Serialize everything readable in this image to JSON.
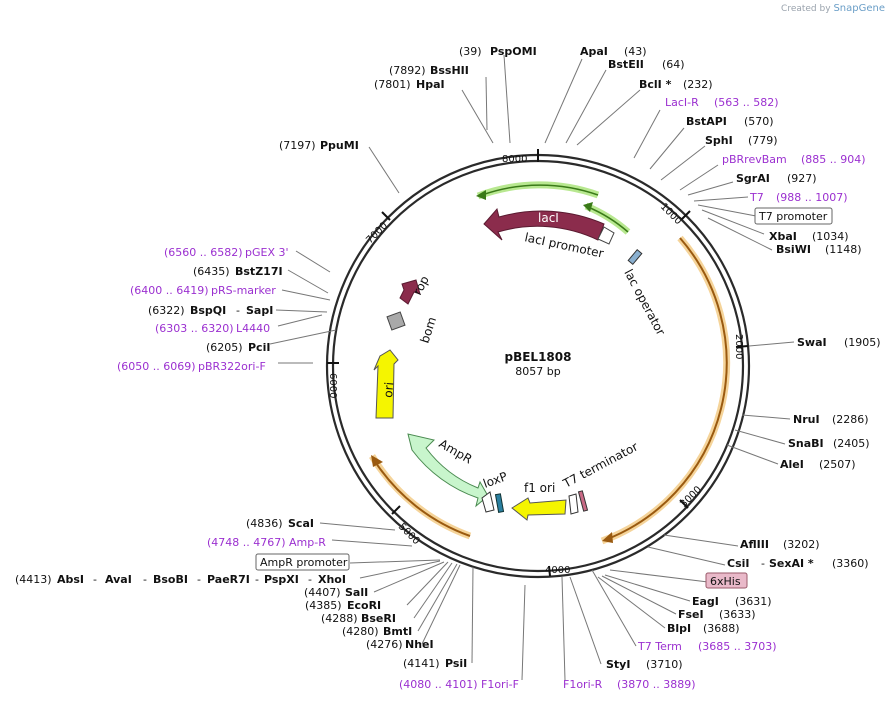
{
  "credit": {
    "created_by": "Created by",
    "brand": "SnapGene"
  },
  "plasmid": {
    "name": "pBEL1808",
    "size": "8057 bp"
  },
  "ticks": [
    "8000",
    "1000",
    "2000",
    "3000",
    "4000",
    "5000",
    "6000",
    "7000"
  ],
  "colors": {
    "primer": "#9b30d0",
    "orange": "#f0a030",
    "green": "#7ccf3c",
    "maroon": "#8b2c4c",
    "yellow": "#f5f500"
  },
  "labels": {
    "psp": {
      "pos": "(39)",
      "name": "PspOMI"
    },
    "bsshii": {
      "pos": "(7892)",
      "name": "BssHII"
    },
    "hpai": {
      "pos": "(7801)",
      "name": "HpaI"
    },
    "ppumi": {
      "pos": "(7197)",
      "name": "PpuMI"
    },
    "apai": {
      "name": "ApaI",
      "pos": "(43)"
    },
    "bsteii": {
      "name": "BstEII",
      "pos": "(64)"
    },
    "bcli": {
      "name": "BclI *",
      "pos": "(232)"
    },
    "laciR": {
      "name": "LacI-R",
      "pos": "(563 .. 582)"
    },
    "bstapi": {
      "name": "BstAPI",
      "pos": "(570)"
    },
    "sphi": {
      "name": "SphI",
      "pos": "(779)"
    },
    "pbrrev": {
      "name": "pBRrevBam",
      "pos": "(885 .. 904)"
    },
    "sgrai": {
      "name": "SgrAI",
      "pos": "(927)"
    },
    "t7": {
      "name": "T7",
      "pos": "(988 .. 1007)"
    },
    "t7prom": {
      "name": "T7 promoter"
    },
    "xbai": {
      "name": "XbaI",
      "pos": "(1034)"
    },
    "bsiwi": {
      "name": "BsiWI",
      "pos": "(1148)"
    },
    "swai": {
      "name": "SwaI",
      "pos": "(1905)"
    },
    "nrui": {
      "name": "NruI",
      "pos": "(2286)"
    },
    "snabi": {
      "name": "SnaBI",
      "pos": "(2405)"
    },
    "alei": {
      "name": "AleI",
      "pos": "(2507)"
    },
    "aflIII": {
      "name": "AflIII",
      "pos": "(3202)"
    },
    "csii": {
      "name": "CsiI",
      "dash": "-",
      "name2": "SexAI *",
      "pos": "(3360)"
    },
    "his": {
      "name": "6xHis"
    },
    "eagi": {
      "name": "EagI",
      "pos": "(3631)"
    },
    "fsei": {
      "name": "FseI",
      "pos": "(3633)"
    },
    "blpi": {
      "name": "BlpI",
      "pos": "(3688)"
    },
    "t7term": {
      "name": "T7 Term",
      "pos": "(3685 .. 3703)"
    },
    "styi": {
      "name": "StyI",
      "pos": "(3710)"
    },
    "f1oriR": {
      "name": "F1ori-R",
      "pos": "(3870 .. 3889)"
    },
    "f1oriF": {
      "pos": "(4080 .. 4101)",
      "name": "F1ori-F"
    },
    "psii": {
      "pos": "(4141)",
      "name": "PsiI"
    },
    "nhei": {
      "pos": "(4276)",
      "name": "NheI"
    },
    "bmti": {
      "pos": "(4280)",
      "name": "BmtI"
    },
    "bseri": {
      "pos": "(4288)",
      "name": "BseRI"
    },
    "ecori": {
      "pos": "(4385)",
      "name": "EcoRI"
    },
    "sali": {
      "pos": "(4407)",
      "name": "SalI"
    },
    "absi": {
      "pos": "(4413)",
      "n1": "AbsI",
      "d1": "-",
      "n2": "AvaI",
      "d2": "-",
      "n3": "BsoBI",
      "d3": "-",
      "n4": "PaeR7I",
      "d4": "-",
      "n5": "PspXI",
      "d5": "-",
      "n6": "XhoI"
    },
    "amprProm": {
      "name": "AmpR promoter"
    },
    "ampR": {
      "pos": "(4748 .. 4767)",
      "name": "Amp-R"
    },
    "scai": {
      "pos": "(4836)",
      "name": "ScaI"
    },
    "pbr322": {
      "pos": "(6050 .. 6069)",
      "name": "pBR322ori-F"
    },
    "pcii": {
      "pos": "(6205)",
      "name": "PciI"
    },
    "l4440": {
      "pos": "(6303 .. 6320)",
      "name": "L4440"
    },
    "bspqi": {
      "pos": "(6322)",
      "name": "BspQI",
      "dash": "-",
      "name2": "SapI"
    },
    "prs": {
      "pos": "(6400 .. 6419)",
      "name": "pRS-marker"
    },
    "bstz": {
      "pos": "(6435)",
      "name": "BstZ17I"
    },
    "pgex": {
      "pos": "(6560 .. 6582)",
      "name": "pGEX 3'"
    }
  },
  "features": {
    "laci": "lacI",
    "laciProm": "lacI promoter",
    "lacOp": "lac operator",
    "rop": "rop",
    "bom": "bom",
    "ori": "ori",
    "ampr": "AmpR",
    "loxp": "loxP",
    "f1ori": "f1 ori",
    "t7t": "T7 terminator"
  }
}
